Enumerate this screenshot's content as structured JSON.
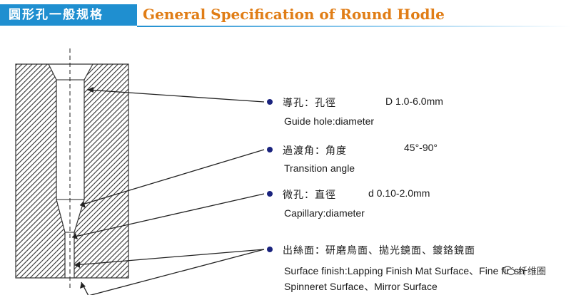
{
  "header": {
    "title_cn": "圆形孔一般规格",
    "title_en": "General Specification of Round Hodle"
  },
  "specs": [
    {
      "cn": "導孔：孔徑",
      "value": "D  1.0-6.0mm",
      "en": "Guide hole:diameter"
    },
    {
      "cn": "過渡角：角度",
      "value": "45°-90°",
      "en": "Transition angle"
    },
    {
      "cn": "微孔：直徑",
      "value": "d  0.10-2.0mm",
      "en": "Capillary:diameter"
    },
    {
      "cn": "出絲面：研磨鳥面、拋光鏡面、鍍鉻鏡面",
      "value": "",
      "en": "Surface finish:Lapping Finish Mat Surface、Fine finish",
      "en2": "Spinneret Surface、Mirror Surface"
    }
  ],
  "watermark": {
    "text": "纤维圈"
  },
  "colors": {
    "header_bg": "#1f8fd0",
    "title_en": "#e07d16",
    "bullet": "#1a237e",
    "hatch": "#333333"
  }
}
